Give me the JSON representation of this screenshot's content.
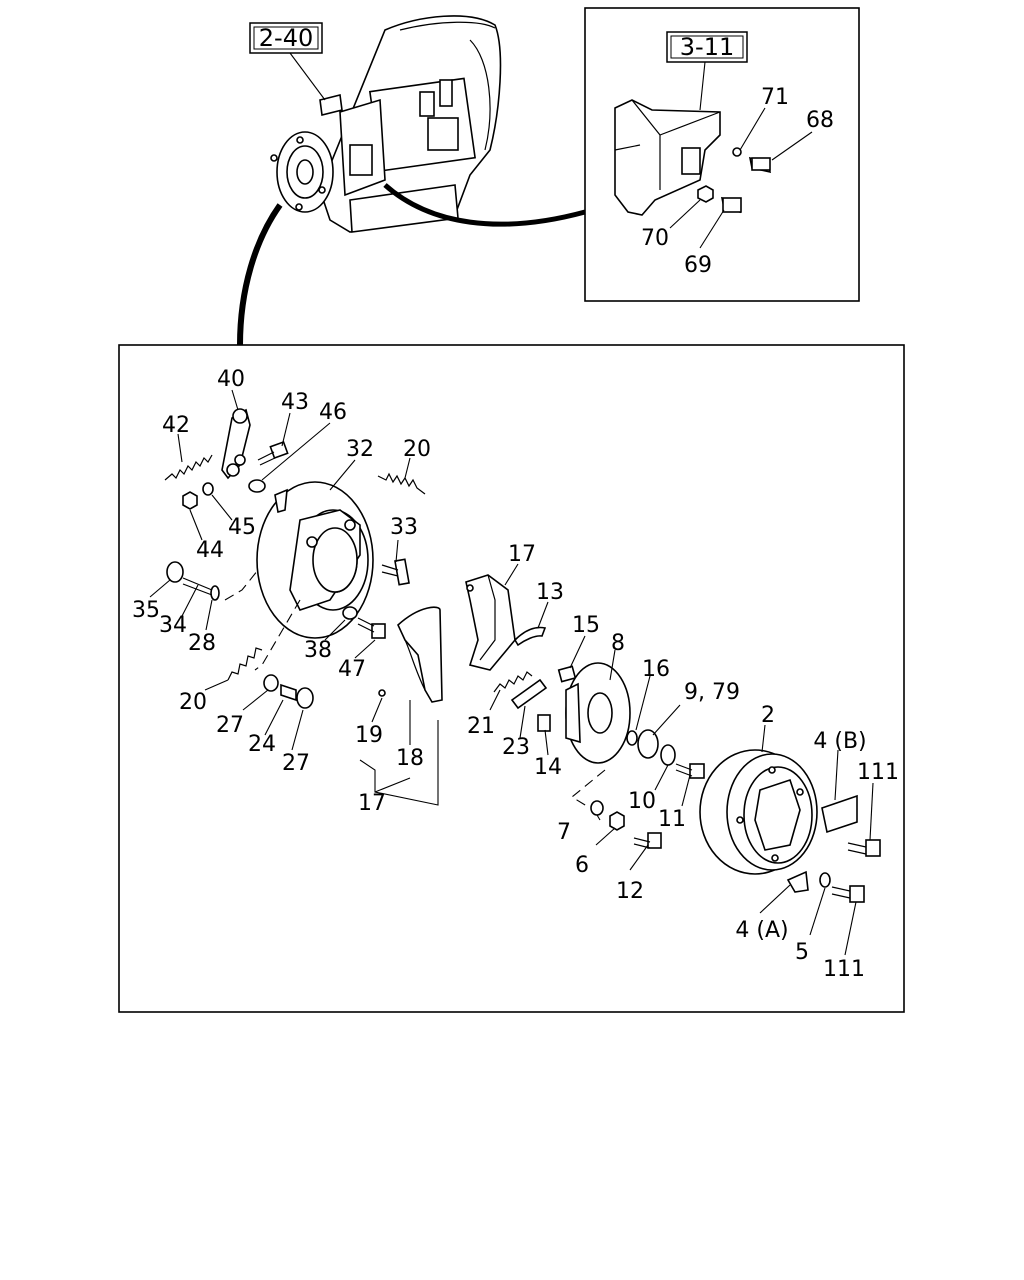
{
  "references": {
    "transmission": "2-40",
    "bracket": "3-11"
  },
  "labels": {
    "p40": "40",
    "p43": "43",
    "p46": "46",
    "p42": "42",
    "p32": "32",
    "p20a": "20",
    "p45": "45",
    "p44": "44",
    "p33": "33",
    "p35": "35",
    "p34": "34",
    "p28": "28",
    "p38": "38",
    "p47": "47",
    "p20b": "20",
    "p27a": "27",
    "p24": "24",
    "p27b": "27",
    "p19": "19",
    "p18": "18",
    "p17a": "17",
    "p17b": "17",
    "p13": "13",
    "p15": "15",
    "p8": "8",
    "p16": "16",
    "p21": "21",
    "p23": "23",
    "p14": "14",
    "p979": "9, 79",
    "p2": "2",
    "p4b": "4 (B)",
    "p111a": "111",
    "p10": "10",
    "p11": "11",
    "p7": "7",
    "p6": "6",
    "p12": "12",
    "p4a": "4 (A)",
    "p5": "5",
    "p111b": "111",
    "p71": "71",
    "p68": "68",
    "p70": "70",
    "p69": "69"
  }
}
